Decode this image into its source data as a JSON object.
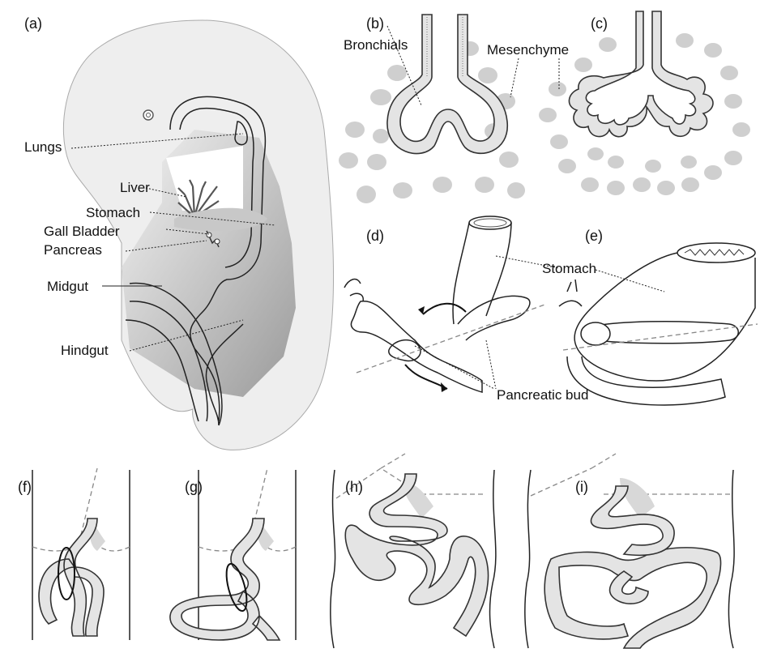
{
  "panels": {
    "a": "(a)",
    "b": "(b)",
    "c": "(c)",
    "d": "(d)",
    "e": "(e)",
    "f": "(f)",
    "g": "(g)",
    "h": "(h)",
    "i": "(i)"
  },
  "labels": {
    "lungs": "Lungs",
    "liver": "Liver",
    "stomach": "Stomach",
    "gall_bladder": "Gall Bladder",
    "pancreas": "Pancreas",
    "midgut": "Midgut",
    "hindgut": "Hindgut",
    "bronchials": "Bronchials",
    "mesenchyme": "Mesenchyme",
    "stomach_de": "Stomach",
    "pancreatic_bud": "Pancreatic bud"
  }
}
